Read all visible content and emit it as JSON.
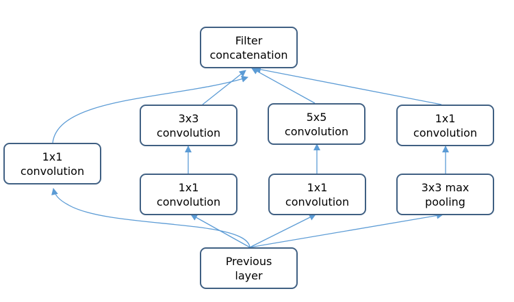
{
  "colors": {
    "box_border": "#3f5f82",
    "box_fill": "#ffffff",
    "arrow": "#5b9bd5",
    "text": "#000000"
  },
  "nodes": {
    "filter_concat": {
      "line1": "Filter",
      "line2": "concatenation"
    },
    "conv1x1_left": {
      "line1": "1x1",
      "line2": "convolution"
    },
    "conv3x3": {
      "line1": "3x3",
      "line2": "convolution"
    },
    "conv5x5": {
      "line1": "5x5",
      "line2": "convolution"
    },
    "conv1x1_pool_proj": {
      "line1": "1x1",
      "line2": "convolution"
    },
    "conv1x1_reduce_3x3": {
      "line1": "1x1",
      "line2": "convolution"
    },
    "conv1x1_reduce_5x5": {
      "line1": "1x1",
      "line2": "convolution"
    },
    "maxpool3x3": {
      "line1": "3x3 max",
      "line2": "pooling"
    },
    "previous_layer": {
      "line1": "Previous",
      "line2": "layer"
    }
  },
  "edges": [
    {
      "from": "previous_layer",
      "to": "conv1x1_left"
    },
    {
      "from": "previous_layer",
      "to": "conv1x1_reduce_3x3"
    },
    {
      "from": "previous_layer",
      "to": "conv1x1_reduce_5x5"
    },
    {
      "from": "previous_layer",
      "to": "maxpool3x3"
    },
    {
      "from": "conv1x1_reduce_3x3",
      "to": "conv3x3"
    },
    {
      "from": "conv1x1_reduce_5x5",
      "to": "conv5x5"
    },
    {
      "from": "maxpool3x3",
      "to": "conv1x1_pool_proj"
    },
    {
      "from": "conv1x1_left",
      "to": "filter_concat"
    },
    {
      "from": "conv3x3",
      "to": "filter_concat"
    },
    {
      "from": "conv5x5",
      "to": "filter_concat"
    },
    {
      "from": "conv1x1_pool_proj",
      "to": "filter_concat"
    }
  ]
}
